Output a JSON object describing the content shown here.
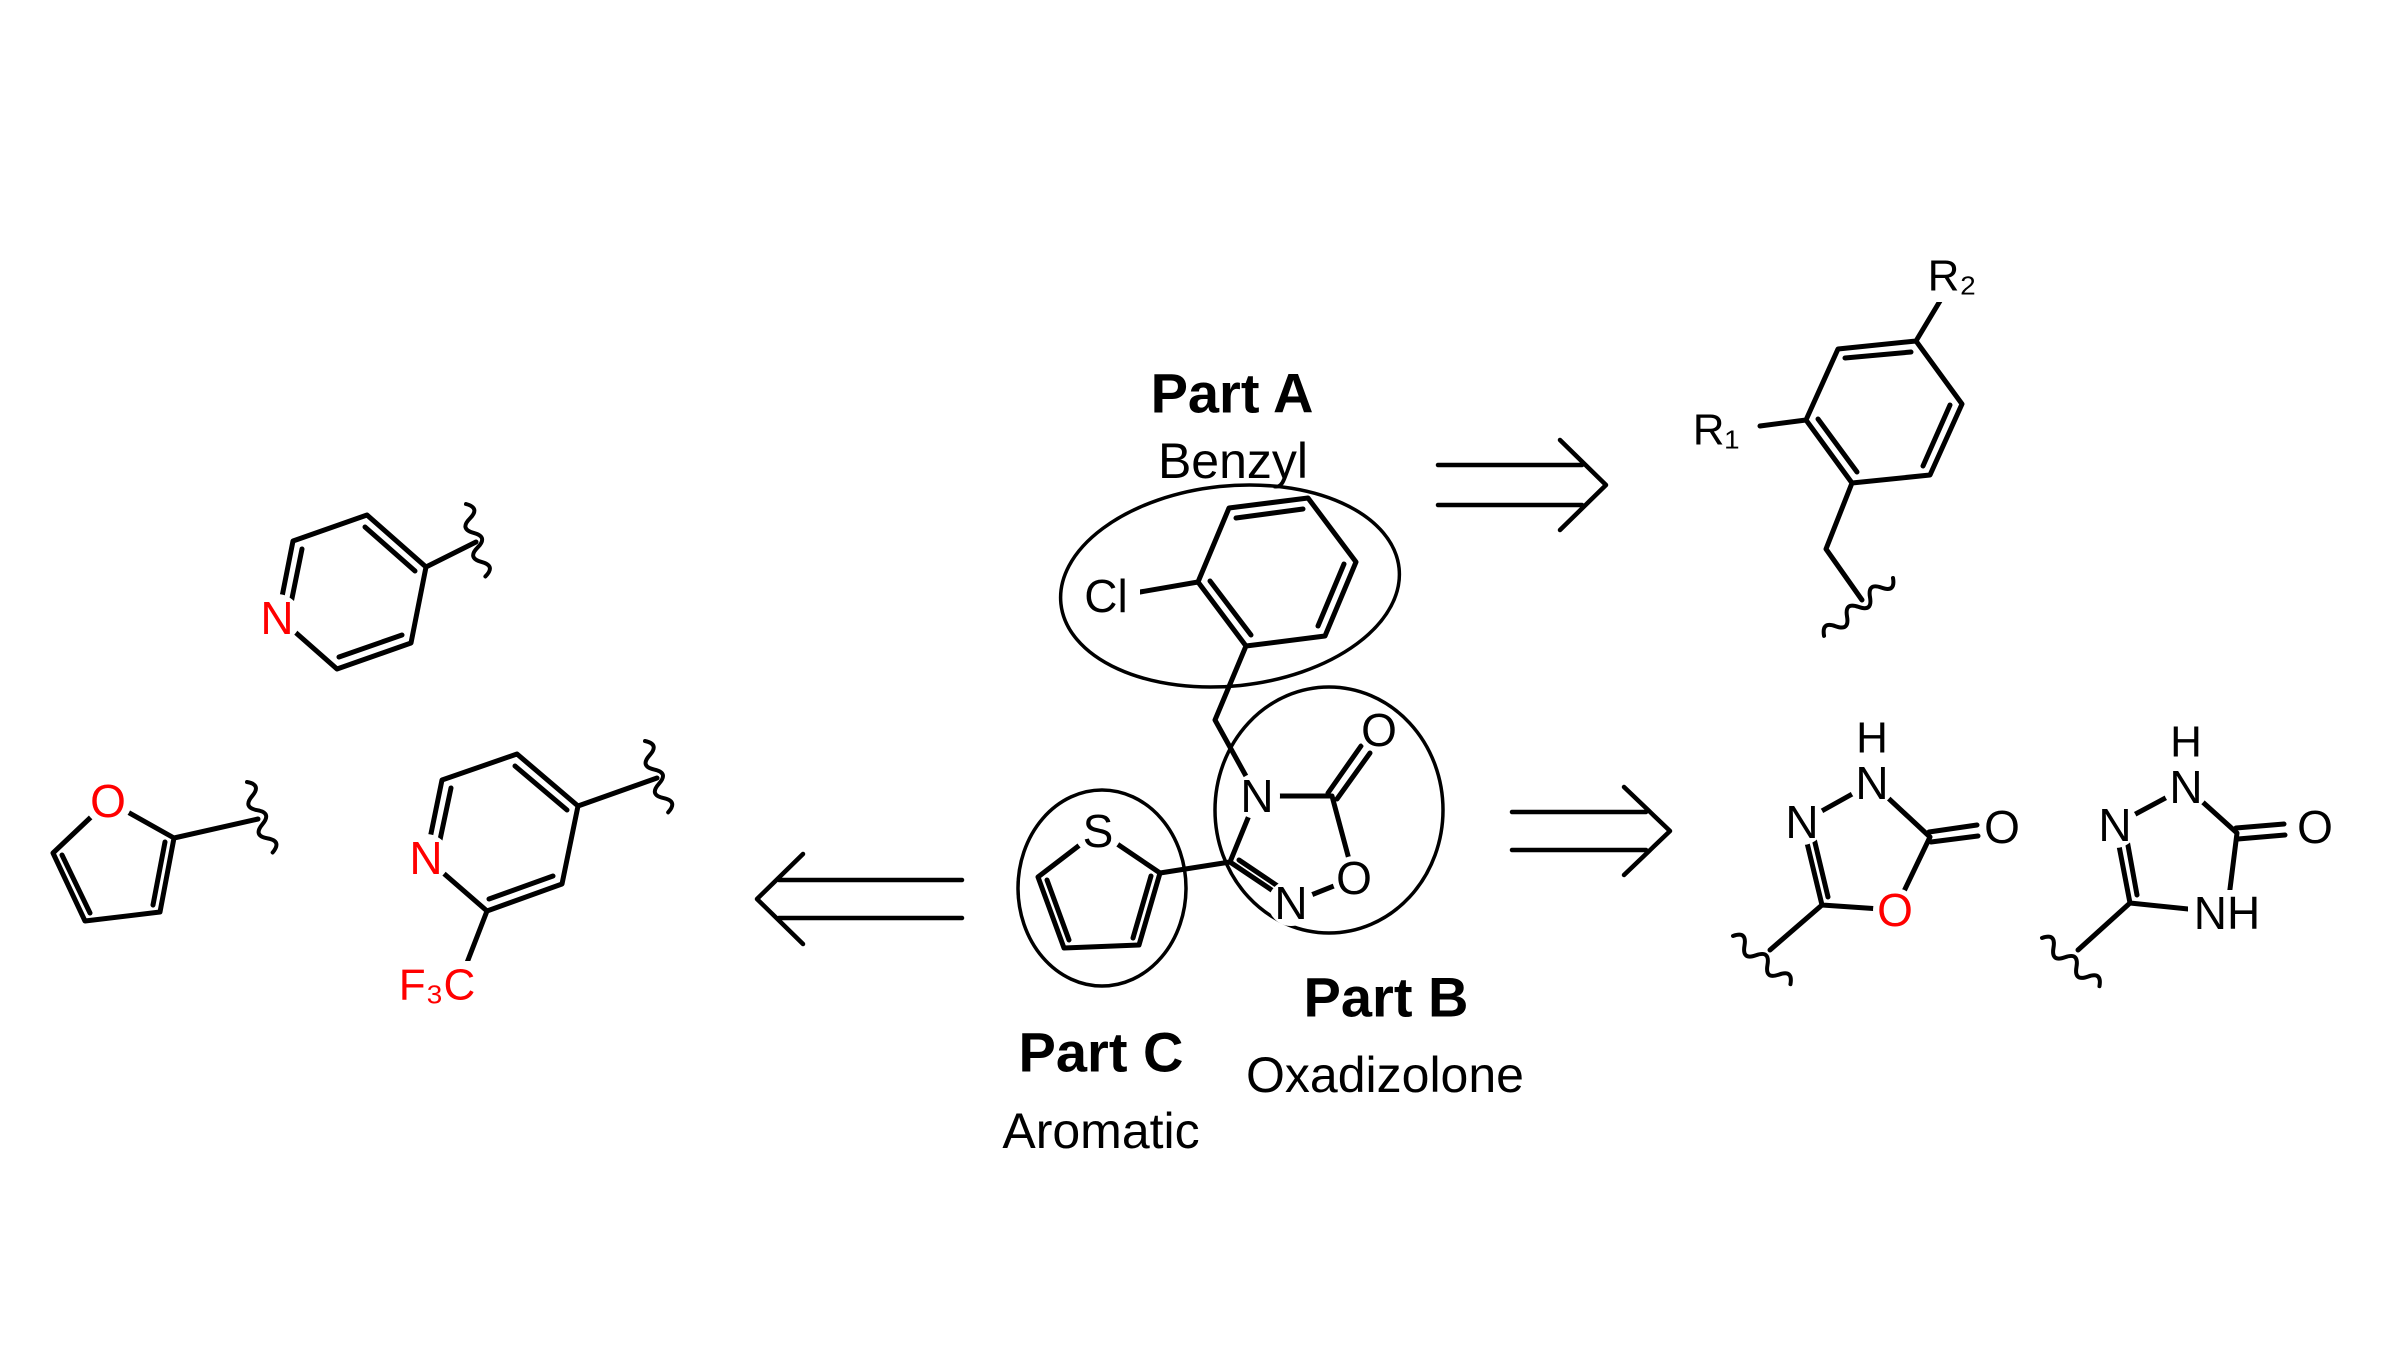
{
  "figure": {
    "background": "#ffffff",
    "ink_color": "#000000",
    "heteroatom_color": "#ff0000"
  },
  "parts": {
    "a": {
      "title": "Part A",
      "subtitle": "Benzyl"
    },
    "b": {
      "title": "Part B",
      "subtitle": "Oxadizolone"
    },
    "c": {
      "title": "Part C",
      "subtitle": "Aromatic"
    }
  },
  "atom_labels": {
    "n": "N",
    "o": "O",
    "s": "S",
    "h": "H",
    "nh": "NH",
    "cl": "Cl",
    "f3c": "F₃C",
    "r1": "R₁",
    "r2": "R₂"
  },
  "fragments": {
    "left": [
      "pyridine",
      "furan",
      "trifluoromethyl-pyridine"
    ],
    "center": "2-chlorobenzyl oxadiazolone thiophene (parts A, B, C circled)",
    "right_top": "benzyl with R1 and R2 substituents",
    "right_bottom": [
      "oxadiazolone-NH",
      "triazolone"
    ]
  }
}
